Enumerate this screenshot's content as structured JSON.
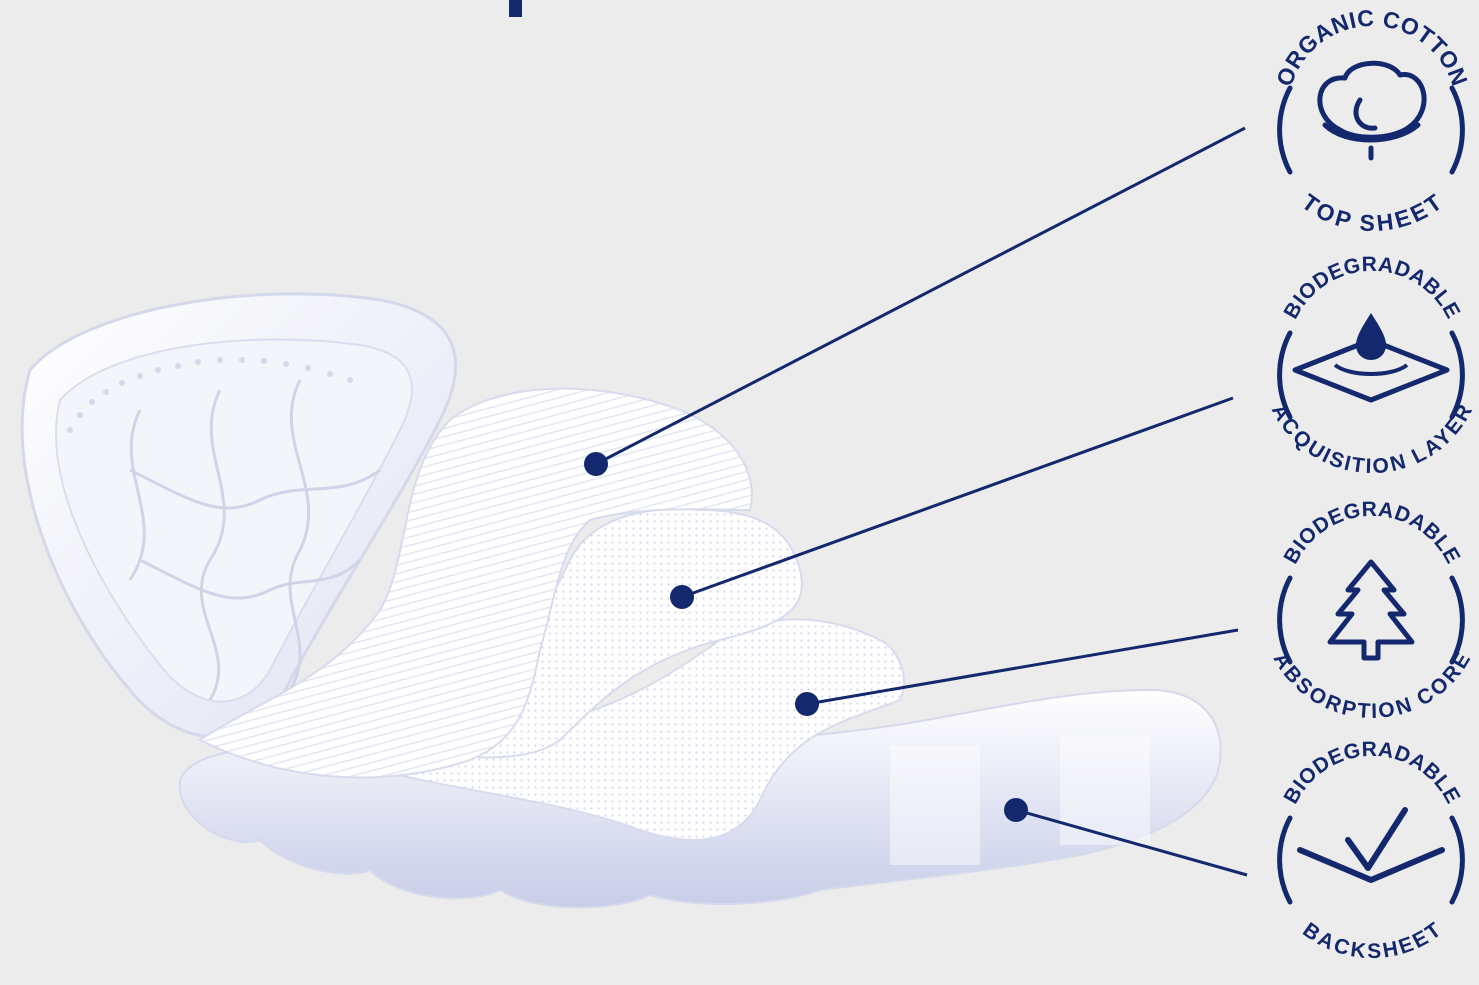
{
  "colors": {
    "background": "#ececed",
    "navy": "#14286e",
    "pad_white": "#ffffff",
    "pad_shadow": "#c9cde6"
  },
  "badges": [
    {
      "id": "top-sheet",
      "top_text": "ORGANIC COTTON",
      "bottom_text": "TOP SHEET",
      "icon": "cotton-flower-icon"
    },
    {
      "id": "acquisition-layer",
      "top_text": "BIODEGRADABLE",
      "bottom_text": "ACQUISITION LAYER",
      "icon": "water-drop-icon"
    },
    {
      "id": "absorption-core",
      "top_text": "BIODEGRADABLE",
      "bottom_text": "ABSORPTION CORE",
      "icon": "tree-icon"
    },
    {
      "id": "backsheet",
      "top_text": "BIODEGRADABLE",
      "bottom_text": "BACKSHEET",
      "icon": "checkmark-icon"
    }
  ]
}
